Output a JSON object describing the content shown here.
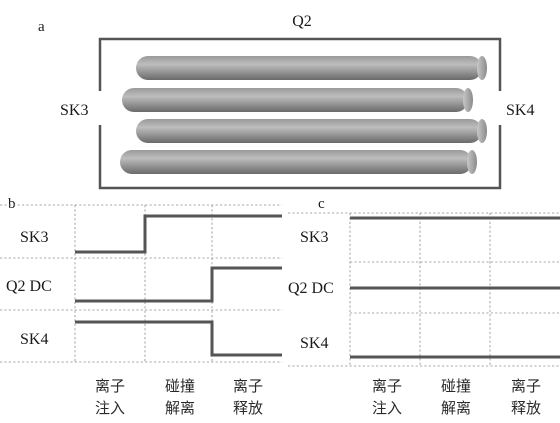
{
  "panel_a": {
    "letter": "a",
    "title": "Q2",
    "left_label": "SK3",
    "right_label": "SK4",
    "rod_count": 4
  },
  "panel_b": {
    "letter": "b",
    "rows": [
      {
        "label": "SK3",
        "levels": [
          "low",
          "high",
          "high"
        ]
      },
      {
        "label": "Q2 DC",
        "levels": [
          "low",
          "low",
          "high"
        ]
      },
      {
        "label": "SK4",
        "levels": [
          "high",
          "high",
          "low"
        ]
      }
    ],
    "phases": [
      {
        "line1": "离子",
        "line2": "注入"
      },
      {
        "line1": "碰撞",
        "line2": "解离"
      },
      {
        "line1": "离子",
        "line2": "释放"
      }
    ]
  },
  "panel_c": {
    "letter": "c",
    "rows": [
      {
        "label": "SK3",
        "levels": [
          "high",
          "high",
          "high"
        ]
      },
      {
        "label": "Q2 DC",
        "levels": [
          "mid",
          "mid",
          "mid"
        ]
      },
      {
        "label": "SK4",
        "levels": [
          "low",
          "low",
          "low"
        ]
      }
    ],
    "phases": [
      {
        "line1": "离子",
        "line2": "注入"
      },
      {
        "line1": "碰撞",
        "line2": "解离"
      },
      {
        "line1": "离子",
        "line2": "释放"
      }
    ]
  },
  "colors": {
    "signal": "#555555",
    "grid": "#8c8c8c",
    "rod_light": "#b8b8b8",
    "rod_dark": "#6e6e6e"
  }
}
